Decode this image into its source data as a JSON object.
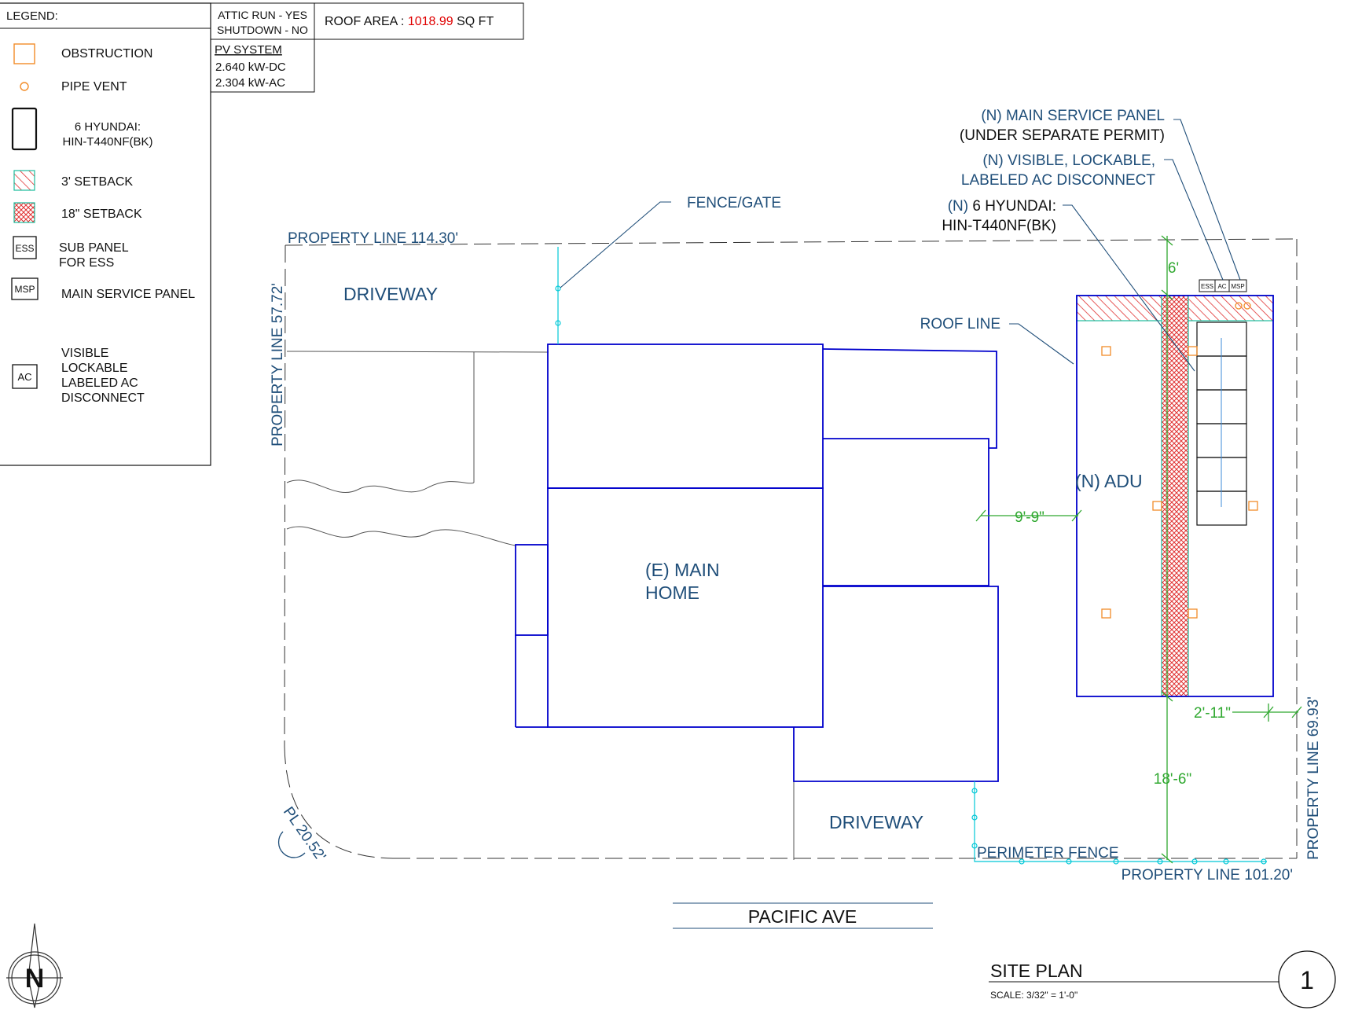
{
  "legend": {
    "title": "LEGEND:",
    "obstruction": "OBSTRUCTION",
    "pipe_vent": "PIPE VENT",
    "module_line1": "6 HYUNDAI:",
    "module_line2": "HIN-T440NF(BK)",
    "setback_3ft": "3' SETBACK",
    "setback_18in": "18\" SETBACK",
    "ess_code": "ESS",
    "ess_line1": "SUB PANEL",
    "ess_line2": "FOR ESS",
    "msp_code": "MSP",
    "msp_label": "MAIN SERVICE PANEL",
    "ac_code": "AC",
    "ac_line1": "VISIBLE",
    "ac_line2": "LOCKABLE",
    "ac_line3": "LABELED AC",
    "ac_line4": "DISCONNECT"
  },
  "info": {
    "attic_run": "ATTIC RUN - YES",
    "shutdown": "SHUTDOWN - NO",
    "roof_area_label": "ROOF AREA : ",
    "roof_area_value": "1018.99",
    "roof_area_unit": " SQ FT",
    "pv_title": "PV SYSTEM",
    "kw_dc": "2.640 kW-DC",
    "kw_ac": "2.304 kW-AC"
  },
  "plan": {
    "property_line_top": "PROPERTY LINE 114.30'",
    "property_line_left": "PROPERTY LINE 57.72'",
    "property_line_right": "PROPERTY LINE 69.93'",
    "property_line_bottom": "PROPERTY LINE 101.20'",
    "pl_corner": "PL 20.52'",
    "driveway_top": "DRIVEWAY",
    "driveway_bottom": "DRIVEWAY",
    "main_home_line1": "(E) MAIN",
    "main_home_line2": "HOME",
    "adu": "(N) ADU",
    "fence_gate": "FENCE/GATE",
    "roof_line": "ROOF LINE",
    "perimeter_fence": "PERIMETER FENCE",
    "street": "PACIFIC AVE",
    "msp_callout_line1": "(N) MAIN SERVICE PANEL",
    "msp_callout_line2": "(UNDER SEPARATE PERMIT)",
    "ac_callout_line1": "(N) VISIBLE, LOCKABLE,",
    "ac_callout_line2": "LABELED AC DISCONNECT",
    "module_callout_prefix": "(N) ",
    "module_callout_line1": "6 HYUNDAI:",
    "module_callout_line2": "HIN-T440NF(BK)",
    "dim_setback_top": "6'",
    "dim_home_adu": "9'-9\"",
    "dim_adu_right": "2'-11\"",
    "dim_adu_bottom": "18'-6\"",
    "equip_ess": "ESS",
    "equip_ac": "AC",
    "equip_msp": "MSP"
  },
  "title_block": {
    "title": "SITE PLAN",
    "scale": "SCALE: 3/32\" = 1'-0\"",
    "sheet_number": "1",
    "north_letter": "N"
  },
  "colors": {
    "building": "#0000cc",
    "text_blue": "#1f4e79",
    "dimension": "#2fa82f",
    "fence": "#00c8d7",
    "obstruction": "#f28c28",
    "setback": "#e03030",
    "highlight": "#e00000"
  }
}
